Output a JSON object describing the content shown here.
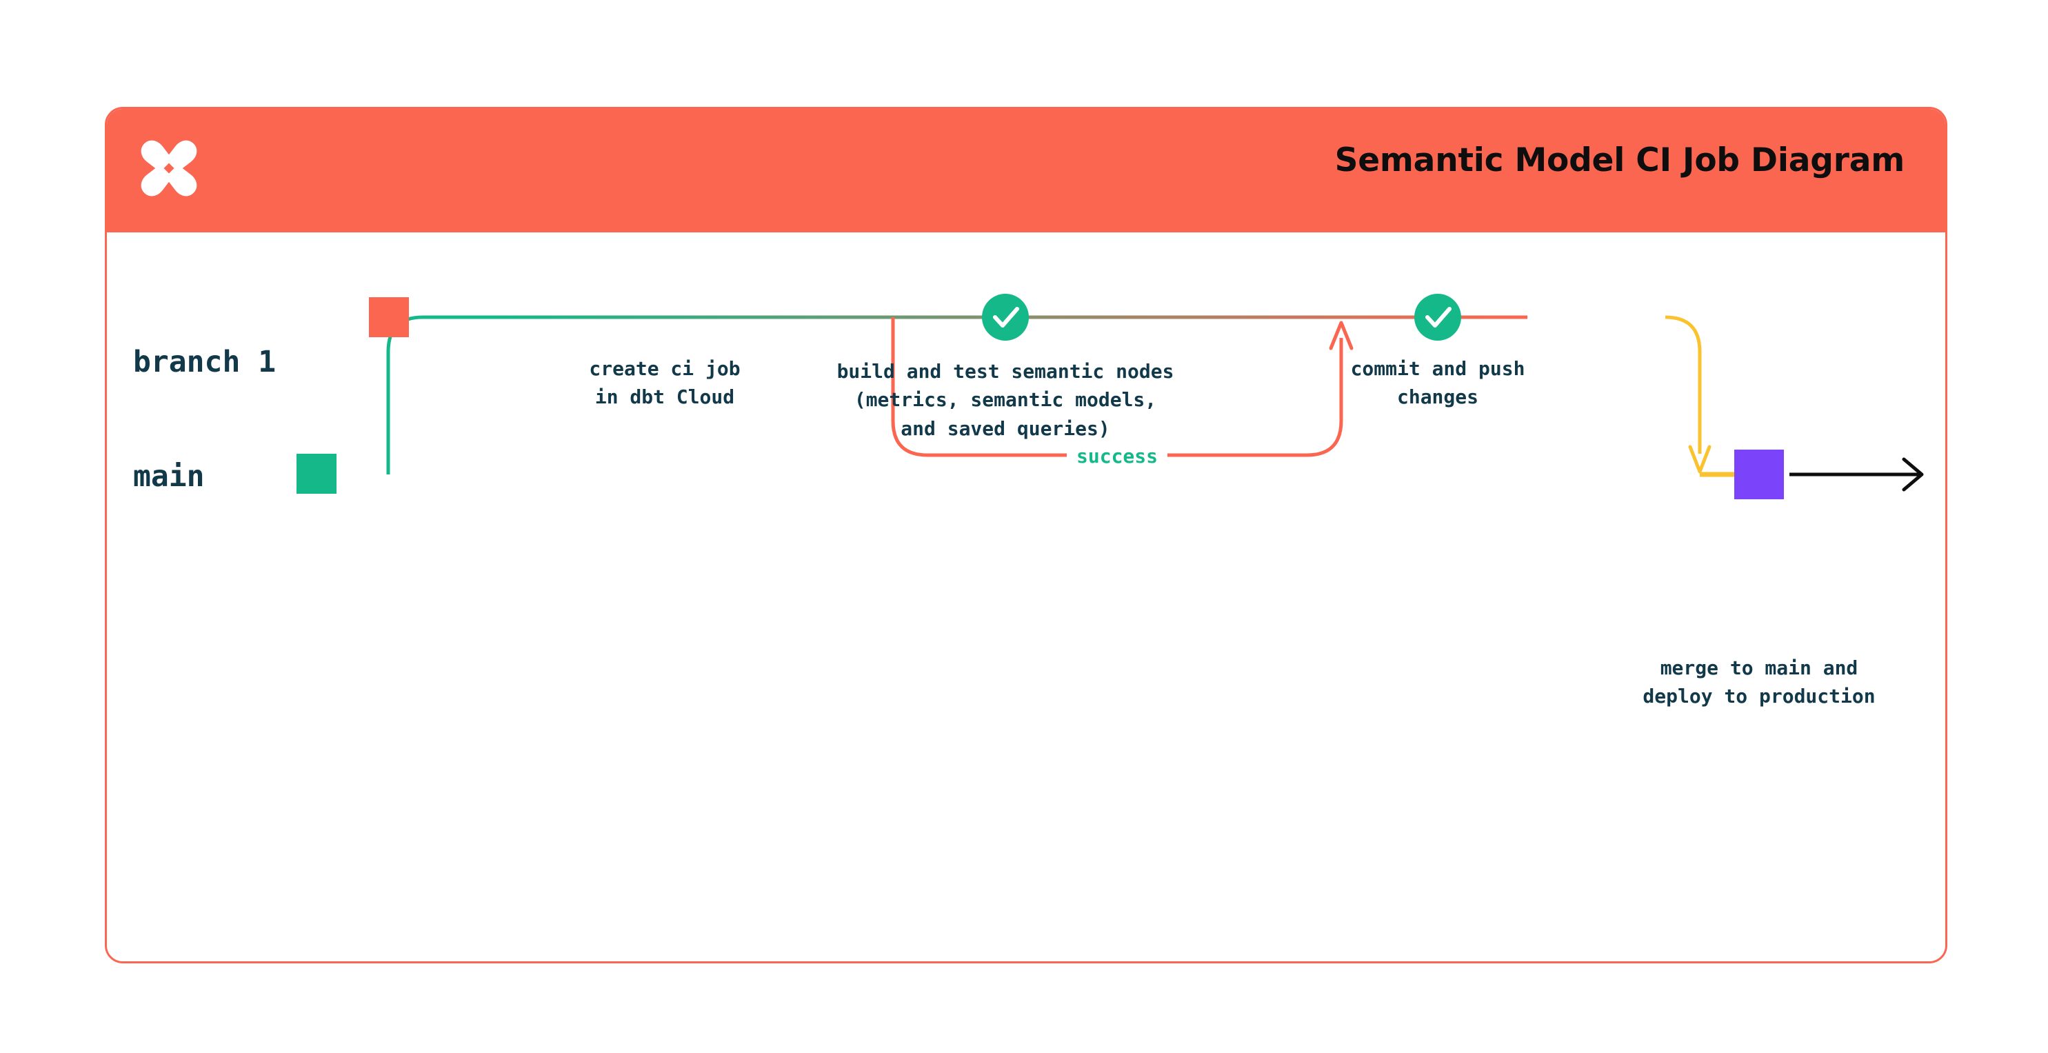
{
  "header": {
    "title": "Semantic Model CI Job Diagram",
    "logo_icon": "dbt-x-logo-icon",
    "background_color": "#FB6650"
  },
  "card": {
    "border_color": "#FB6650",
    "background_color": "#FFFFFF"
  },
  "lanes": [
    {
      "id": "branch-1",
      "label": "branch 1",
      "color": "#12394A"
    },
    {
      "id": "main",
      "label": "main",
      "color": "#12394A"
    }
  ],
  "nodes": [
    {
      "id": "create-ci-job",
      "shape": "square",
      "color": "#FB6650",
      "lane": "branch-1",
      "caption": "create ci job\nin dbt Cloud"
    },
    {
      "id": "build-and-test",
      "shape": "check-circle",
      "color": "#14B889",
      "icon": "check-icon",
      "lane": "branch-1",
      "caption": "build and test semantic nodes\n(metrics, semantic models,\nand saved queries)"
    },
    {
      "id": "commit-and-push",
      "shape": "check-circle",
      "color": "#14B889",
      "icon": "check-icon",
      "lane": "branch-1",
      "caption": "commit and push\nchanges"
    },
    {
      "id": "merge-to-main",
      "shape": "square",
      "color": "#7B44FB",
      "lane": "main",
      "caption": "merge to main and\ndeploy to production"
    },
    {
      "id": "main-start",
      "shape": "square",
      "color": "#14B889",
      "lane": "main",
      "caption": ""
    }
  ],
  "edges": [
    {
      "id": "success-loop",
      "label": "success",
      "label_color": "#14B889",
      "stroke_color": "#FB6650",
      "arrow": "up"
    },
    {
      "id": "branch-off",
      "label": "",
      "stroke_color_from": "#14B889",
      "stroke_color_to": "#FB6650"
    },
    {
      "id": "merge-down",
      "label": "",
      "stroke_color": "#F9C22E",
      "arrow": "down"
    },
    {
      "id": "main-continue",
      "label": "",
      "stroke_color": "#0E0E0E",
      "arrow": "right"
    }
  ],
  "colors": {
    "orange": "#FB6650",
    "green": "#14B889",
    "yellow": "#F9C22E",
    "purple": "#7B44FB",
    "dark_teal": "#12394A",
    "black": "#0E0E0E"
  }
}
